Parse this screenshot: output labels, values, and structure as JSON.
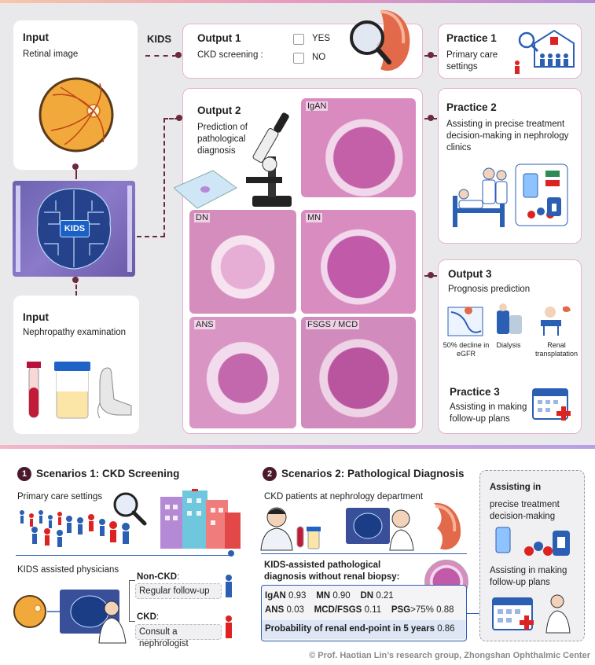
{
  "kids_label": "KIDS",
  "kids_chip_label": "KIDS",
  "input1": {
    "title": "Input",
    "subtitle": "Retinal image"
  },
  "input2": {
    "title": "Input",
    "subtitle": "Nephropathy examination"
  },
  "output1": {
    "title": "Output 1",
    "text": "CKD screening :",
    "yes": "YES",
    "no": "NO"
  },
  "output2": {
    "title": "Output 2",
    "text": "Prediction of pathological diagnosis"
  },
  "output3": {
    "title": "Output 3",
    "text": "Prognosis prediction",
    "items": [
      "50% decline in eGFR",
      "Dialysis",
      "Renal transplatation"
    ]
  },
  "practice1": {
    "title": "Practice 1",
    "text": "Primary care settings"
  },
  "practice2": {
    "title": "Practice 2",
    "text": "Assisting in precise treatment decision-making in nephrology clinics"
  },
  "practice3": {
    "title": "Practice 3",
    "text": "Assisting in making follow-up plans"
  },
  "histology": [
    "IgAN",
    "DN",
    "MN",
    "ANS",
    "FSGS / MCD"
  ],
  "scenario1": {
    "num": "1",
    "title": "Scenarios 1: CKD Screening",
    "primary": "Primary care settings",
    "assisted": "KIDS assisted physicians",
    "noncdk_label": "Non-CKD",
    "noncdk_text": "Regular follow-up",
    "ckd_label": "CKD",
    "ckd_text": "Consult a nephrologist"
  },
  "scenario2": {
    "num": "2",
    "title": "Scenarios 2: Pathological Diagnosis",
    "patients": "CKD patients at nephrology department",
    "heading": "KIDS-assisted pathological diagnosis without renal biopsy:",
    "row1": [
      [
        "IgAN",
        "0.93"
      ],
      [
        "MN",
        "0.90"
      ],
      [
        "DN",
        "0.21"
      ]
    ],
    "row2": [
      [
        "ANS",
        "0.03"
      ],
      [
        "MCD/FSGS",
        "0.11"
      ],
      [
        "PSG",
        ">75% 0.88"
      ]
    ],
    "prob_label": "Probability of renal end-point in 5 years",
    "prob_value": "0.86"
  },
  "assisting": {
    "title": "Assisting in",
    "text1": "precise treatment decision-making",
    "text2": "Assisting in making follow-up plans"
  },
  "copyright": "© Prof. Haotian Lin’s research group, Zhongshan Ophthalmic Center",
  "colors": {
    "accent": "#6b2a3e",
    "card_border": "#e7b3cf",
    "histo": "#d98bc0"
  }
}
